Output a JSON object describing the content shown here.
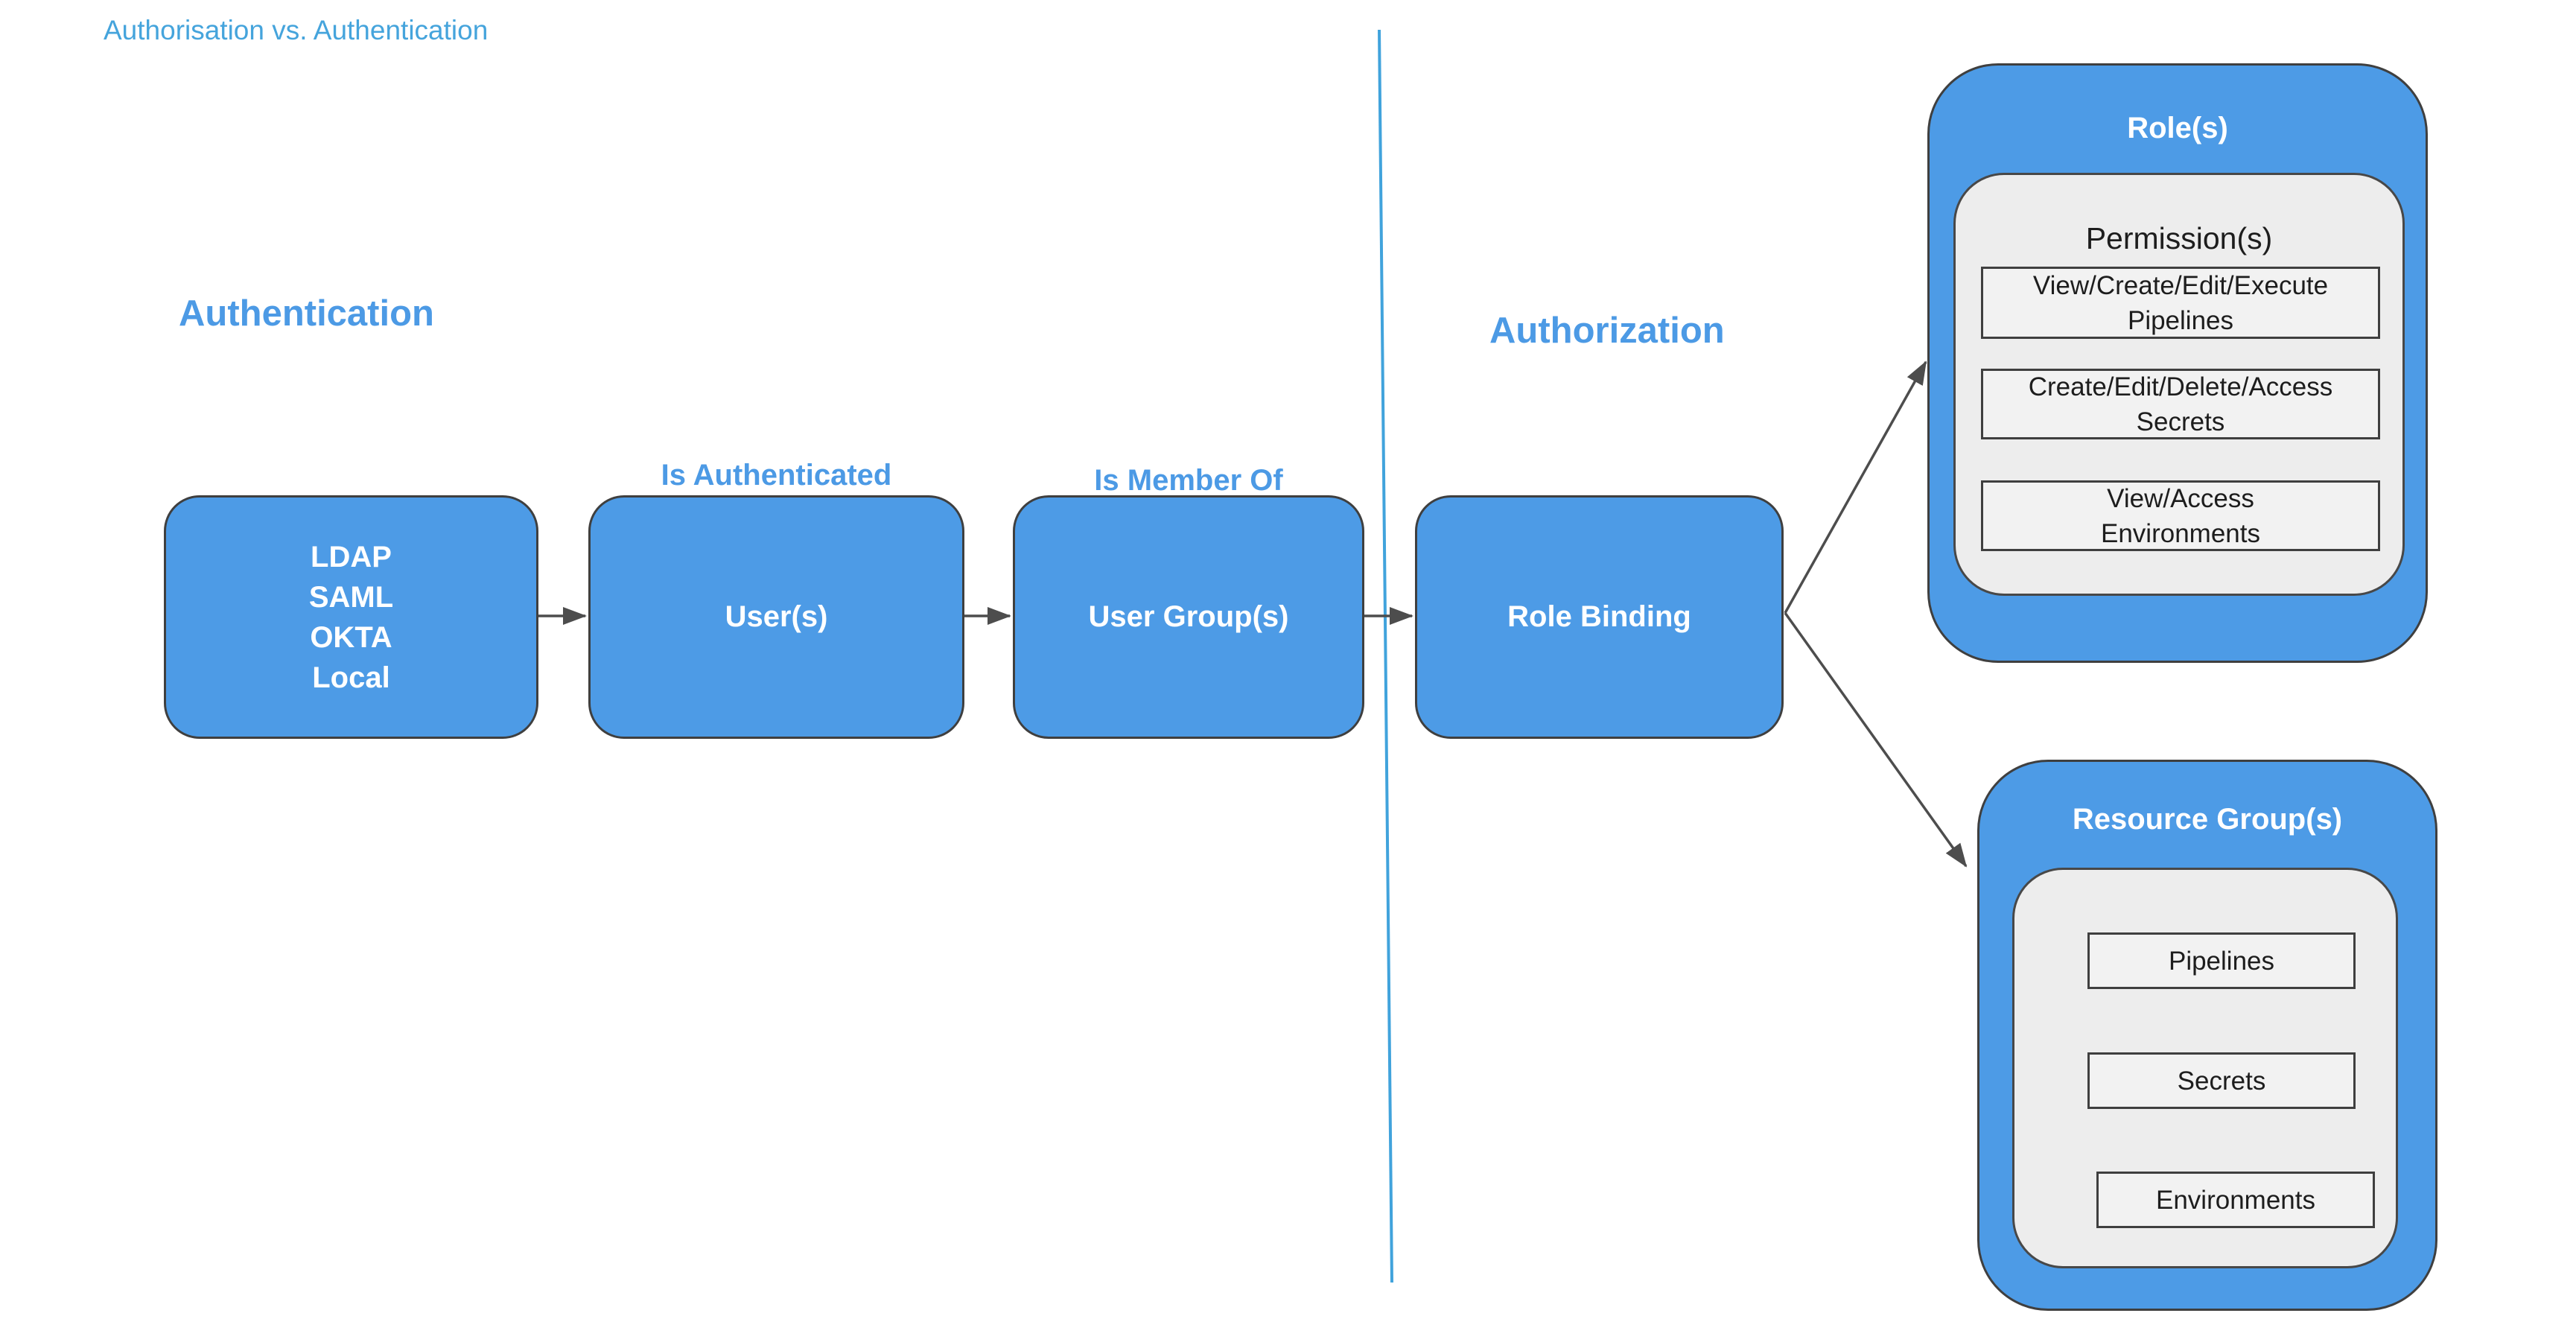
{
  "title": "Authorisation vs. Authentication",
  "sections": {
    "authentication": {
      "label": "Authentication"
    },
    "authorization": {
      "label": "Authorization"
    }
  },
  "edges": {
    "is_authenticated": "Is Authenticated",
    "is_member_of": "Is Member Of"
  },
  "nodes": {
    "identity_providers": {
      "lines": [
        "LDAP",
        "SAML",
        "OKTA",
        "Local"
      ]
    },
    "users": {
      "label": "User(s)"
    },
    "user_groups": {
      "label": "User Group(s)"
    },
    "role_binding": {
      "label": "Role Binding"
    }
  },
  "roles_group": {
    "title": "Role(s)",
    "permissions": {
      "title": "Permission(s)",
      "items": [
        "View/Create/Edit/Execute\nPipelines",
        "Create/Edit/Delete/Access\nSecrets",
        "View/Access\nEnvironments"
      ]
    }
  },
  "resource_group": {
    "title": "Resource Group(s)",
    "items": [
      "Pipelines",
      "Secrets",
      "Environments"
    ]
  },
  "colors": {
    "shape_blue": "#4D9BE6",
    "heading_blue": "#4C9AE5",
    "title_blue": "#45A4DC",
    "divider_blue": "#41A3DC",
    "shape_border": "#3F3F3F",
    "gray_fill": "#EDEDED",
    "item_box_fill": "#F2F2F2",
    "connector_gray": "#4D4D4D",
    "node_text": "#FFFFFF",
    "item_text": "#1D1D1D"
  }
}
